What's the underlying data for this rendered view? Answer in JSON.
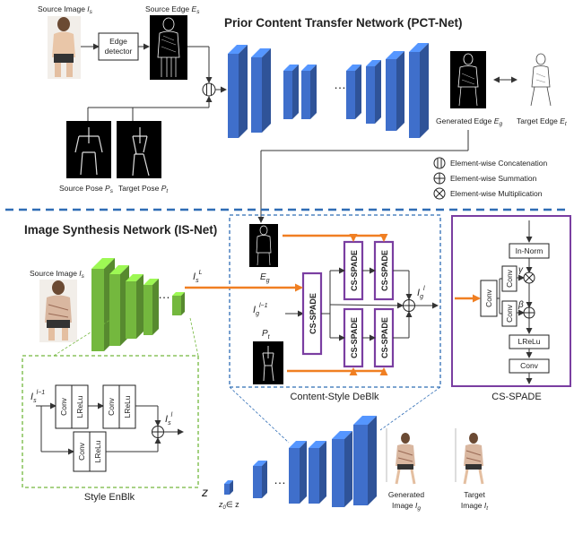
{
  "pct": {
    "title": "Prior Content Transfer Network (PCT-Net)",
    "source_image_label": "Source Image",
    "source_image_sym": "I",
    "source_image_sub": "s",
    "source_edge_label": "Source Edge",
    "source_edge_sym": "E",
    "source_edge_sub": "s",
    "edge_detector": [
      "Edge",
      "detector"
    ],
    "source_pose_label": "Source Pose",
    "source_pose_sym": "P",
    "source_pose_sub": "s",
    "target_pose_label": "Target Pose",
    "target_pose_sym": "P",
    "target_pose_sub": "t",
    "generated_edge_label": "Generated Edge",
    "generated_edge_sym": "E",
    "generated_edge_sub": "g",
    "target_edge_label": "Target Edge",
    "target_edge_sym": "E",
    "target_edge_sub": "t",
    "dots": "…"
  },
  "legend": {
    "concat": "Element-wise Concatenation",
    "sum": "Element-wise Summation",
    "mult": "Element-wise Multiplication"
  },
  "isnet": {
    "title": "Image Synthesis Network (IS-Net)",
    "source_image_label": "Source Image",
    "source_image_sym": "I",
    "source_image_sub": "s",
    "feature_sym": "I",
    "feature_sub": "s",
    "feature_sup": "L",
    "dots": "…",
    "eg_sym": "E",
    "eg_sub": "g",
    "ig_prev_sym": "I",
    "ig_prev_sub": "g",
    "ig_prev_sup": "l−1",
    "pt_sym": "P",
    "pt_sub": "t",
    "ig_out_sym": "I",
    "ig_out_sub": "g",
    "ig_out_sup": "l",
    "cs_spade": "CS-SPADE",
    "deblk_caption": "Content-Style DeBlk",
    "z_sym": "z",
    "z0": "z",
    "z0_sub": "0",
    "z0_rest": "∈ z",
    "generated_image": [
      "Generated",
      "Image"
    ],
    "generated_sym": "I",
    "generated_sub": "g",
    "target_image": [
      "Target",
      "Image"
    ],
    "target_sym": "I",
    "target_sub": "t"
  },
  "enblk": {
    "caption": "Style EnBlk",
    "in_sym": "I",
    "in_sub": "s",
    "in_sup": "l−1",
    "out_sym": "I",
    "out_sub": "s",
    "out_sup": "l",
    "conv": "Conv",
    "lrelu": "LReLu"
  },
  "spade": {
    "caption": "CS-SPADE",
    "in_norm": "In-Norm",
    "conv": "Conv",
    "lrelu": "LReLu",
    "gamma": "γ",
    "beta": "β"
  },
  "colors": {
    "blue": "#3f6fcb",
    "green": "#74b83e",
    "orange": "#f07f22",
    "purple": "#7a3ea1",
    "dashed_blue": "#2f6db5"
  }
}
